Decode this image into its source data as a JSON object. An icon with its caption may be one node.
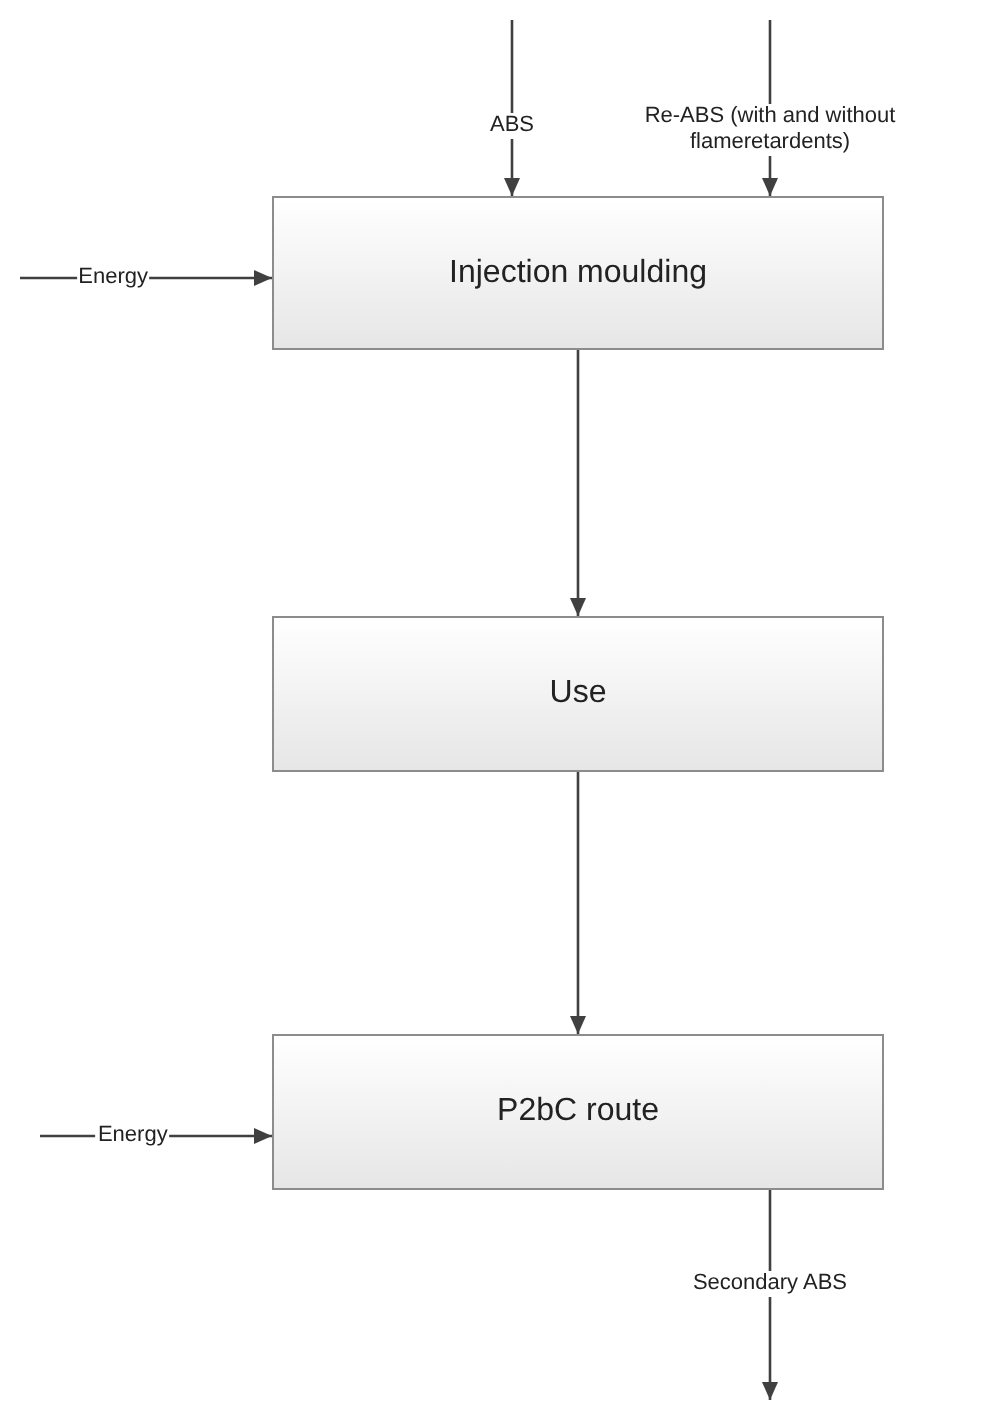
{
  "diagram": {
    "nodes": [
      {
        "text": [
          "Injection moulding"
        ]
      },
      {
        "text": [
          "Use"
        ]
      },
      {
        "text": [
          "P2bC route"
        ]
      }
    ],
    "edges": [
      {
        "from": null,
        "to": 0,
        "arrow": "to",
        "label": "ABS"
      },
      {
        "from": null,
        "to": 0,
        "arrow": "to",
        "label": "Re-ABS (with and without flameretardents)"
      },
      {
        "from": null,
        "to": 0,
        "arrow": "to",
        "label": "Energy"
      },
      {
        "from": 0,
        "to": 1,
        "arrow": "to"
      },
      {
        "from": 1,
        "to": 2,
        "arrow": "to"
      },
      {
        "from": null,
        "to": 2,
        "arrow": "to",
        "label": "Energy"
      },
      {
        "from": 2,
        "to": null,
        "arrow": "to",
        "label": "Secondary ABS"
      }
    ]
  }
}
